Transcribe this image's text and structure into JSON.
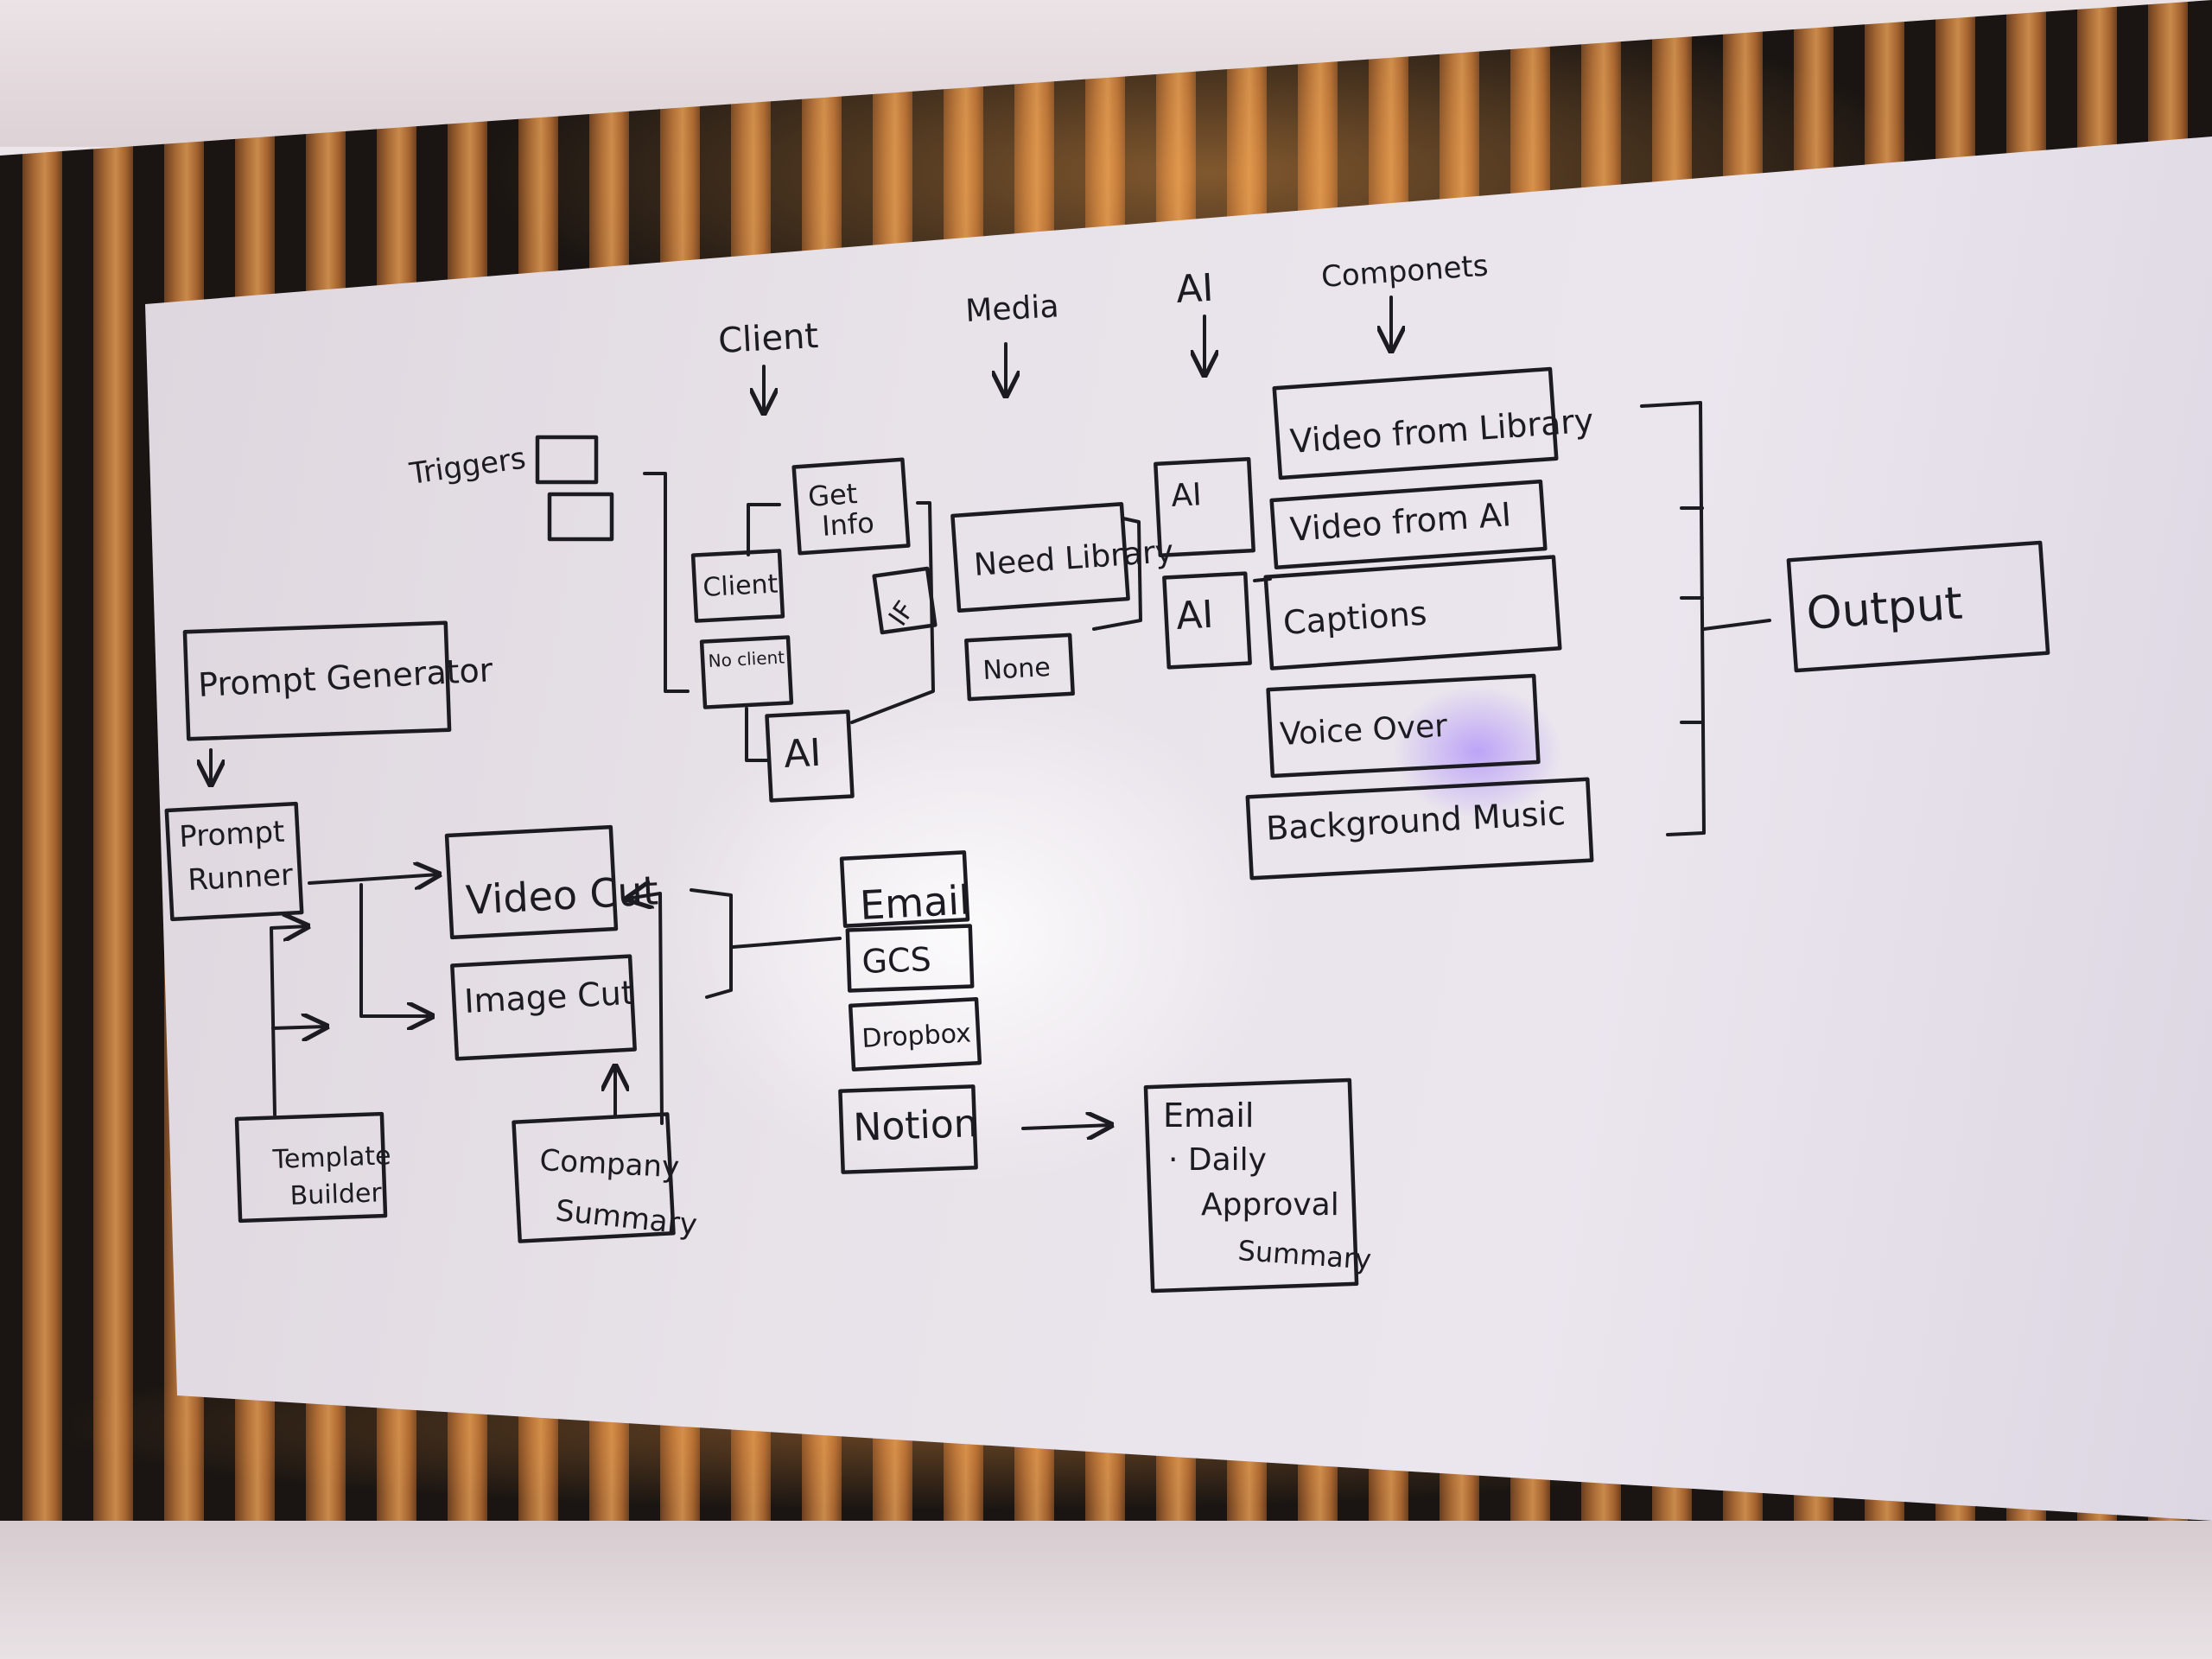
{
  "column_headers": {
    "client": "Client",
    "media": "Media",
    "ai": "AI",
    "componets": "Componets"
  },
  "triggers_label": "Triggers",
  "client_flow": {
    "get_info": "Get Info",
    "client": "Client",
    "no_client": "No client",
    "ai": "AI",
    "if": "IF"
  },
  "media": {
    "need_library": "Need Library",
    "none": "None"
  },
  "ai_boxes": {
    "top": "AI",
    "bottom": "AI"
  },
  "components": [
    "Video from Library",
    "Video from AI",
    "Captions",
    "Voice Over",
    "Background Music"
  ],
  "output": "Output",
  "prompt": {
    "generator": "Prompt Generator",
    "runner": "Prompt Runner",
    "template_builder": "Template Builder",
    "company_summary": "Company Summary"
  },
  "cuts": {
    "video": "Video Cut",
    "image": "Image Cut"
  },
  "destinations": [
    "Email",
    "GCS",
    "Dropbox"
  ],
  "notion": "Notion",
  "email_note": {
    "title": "Email",
    "bullet": "· Daily",
    "line2": "Approval",
    "line3": "Summary"
  }
}
